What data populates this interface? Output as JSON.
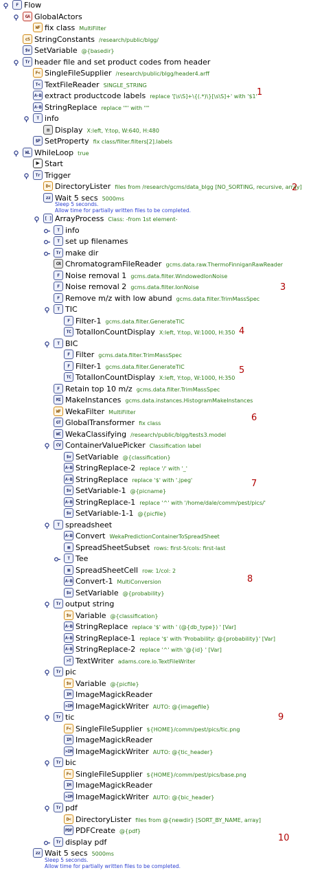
{
  "flow": {
    "nodes": [
      {
        "depth": 0,
        "icon": "F",
        "style": "blue",
        "label": "Flow",
        "opts": "",
        "expanded": true,
        "icon_name": "flow-icon"
      },
      {
        "depth": 1,
        "icon": "GA",
        "style": "red",
        "label": "GlobalActors",
        "opts": "",
        "expanded": true,
        "icon_name": "global-actors-icon"
      },
      {
        "depth": 2,
        "icon": "WF",
        "style": "orange",
        "label": "fix class",
        "opts": "MultiFilter",
        "expanded": null,
        "icon_name": "weka-filter-icon"
      },
      {
        "depth": 1,
        "icon": "cS",
        "style": "orange",
        "label": "StringConstants",
        "opts": "/research/public/blgg/",
        "expanded": null,
        "icon_name": "string-constants-icon"
      },
      {
        "depth": 1,
        "icon": "$v",
        "style": "blue",
        "label": "SetVariable",
        "opts": "@{basedir}",
        "expanded": null,
        "icon_name": "set-variable-icon"
      },
      {
        "depth": 1,
        "icon": "Tr",
        "style": "blue",
        "label": "header file and set product codes from header",
        "opts": "",
        "expanded": true,
        "icon_name": "trigger-icon"
      },
      {
        "depth": 2,
        "icon": "F<",
        "style": "orange",
        "label": "SingleFileSupplier",
        "opts": "/research/public/blgg/header4.arff",
        "expanded": null,
        "icon_name": "file-supplier-icon"
      },
      {
        "depth": 2,
        "icon": "T<",
        "style": "blue",
        "label": "TextFileReader",
        "opts": "SINGLE_STRING",
        "expanded": null,
        "icon_name": "text-reader-icon"
      },
      {
        "depth": 2,
        "icon": "A-B",
        "style": "blue",
        "label": "extract productcode labels",
        "opts": "replace '[\\s\\S]+\\{(.*)\\}[\\s\\S]+' with '$1'",
        "expanded": null,
        "icon_name": "string-replace-icon"
      },
      {
        "depth": 2,
        "icon": "A-B",
        "style": "blue",
        "label": "StringReplace",
        "opts": "replace '\"' with '\"'",
        "expanded": null,
        "icon_name": "string-replace-icon"
      },
      {
        "depth": 2,
        "icon": "T",
        "style": "blue",
        "label": "info",
        "opts": "",
        "expanded": true,
        "icon_name": "tee-icon"
      },
      {
        "depth": 3,
        "icon": "▤",
        "style": "gray",
        "label": "Display",
        "opts": "X:left, Y:top, W:640, H:480",
        "expanded": null,
        "icon_name": "display-icon"
      },
      {
        "depth": 2,
        "icon": "$P",
        "style": "blue",
        "label": "SetProperty",
        "opts": "fix class/filter.filters[2].labels",
        "expanded": null,
        "icon_name": "set-property-icon"
      },
      {
        "depth": 1,
        "icon": "WL",
        "style": "blue",
        "label": "WhileLoop",
        "opts": "true",
        "expanded": true,
        "icon_name": "while-loop-icon"
      },
      {
        "depth": 2,
        "icon": "▶",
        "style": "start",
        "label": "Start",
        "opts": "",
        "expanded": null,
        "icon_name": "start-icon"
      },
      {
        "depth": 2,
        "icon": "Tr",
        "style": "blue",
        "label": "Trigger",
        "opts": "",
        "expanded": true,
        "icon_name": "trigger-icon"
      },
      {
        "depth": 3,
        "icon": "D<",
        "style": "orange",
        "label": "DirectoryLister",
        "opts": "files from /research/gcms/data_blgg [NO_SORTING, recursive, array]",
        "expanded": null,
        "icon_name": "directory-lister-icon"
      },
      {
        "depth": 3,
        "icon": "zz",
        "style": "blue",
        "label": "Wait 5 secs",
        "opts": "5000ms",
        "expanded": null,
        "icon_name": "sleep-icon",
        "note": [
          "Sleep 5 seconds.",
          "Allow time for partially written files to be completed."
        ]
      },
      {
        "depth": 3,
        "icon": "[ ]",
        "style": "blue",
        "label": "ArrayProcess",
        "opts": "Class: -from 1st element-",
        "expanded": true,
        "icon_name": "array-process-icon"
      },
      {
        "depth": 4,
        "icon": "T",
        "style": "blue",
        "label": "info",
        "opts": "",
        "expanded": false,
        "icon_name": "tee-icon"
      },
      {
        "depth": 4,
        "icon": "T",
        "style": "blue",
        "label": "set up filenames",
        "opts": "",
        "expanded": false,
        "icon_name": "tee-icon"
      },
      {
        "depth": 4,
        "icon": "Tr",
        "style": "blue",
        "label": "make dir",
        "opts": "",
        "expanded": false,
        "icon_name": "trigger-icon"
      },
      {
        "depth": 4,
        "icon": "CR",
        "style": "gray",
        "label": "ChromatogramFileReader",
        "opts": "gcms.data.raw.ThermoFinniganRawReader",
        "expanded": null,
        "icon_name": "chromatogram-reader-icon"
      },
      {
        "depth": 4,
        "icon": "F",
        "style": "blue",
        "label": "Noise removal 1",
        "opts": "gcms.data.filter.WindowedIonNoise",
        "expanded": null,
        "icon_name": "filter-icon"
      },
      {
        "depth": 4,
        "icon": "F",
        "style": "blue",
        "label": "Noise removal 2",
        "opts": "gcms.data.filter.IonNoise",
        "expanded": null,
        "icon_name": "filter-icon"
      },
      {
        "depth": 4,
        "icon": "F",
        "style": "blue",
        "label": "Remove m/z with low abund",
        "opts": "gcms.data.filter.TrimMassSpec",
        "expanded": null,
        "icon_name": "filter-icon"
      },
      {
        "depth": 4,
        "icon": "T",
        "style": "blue",
        "label": "TIC",
        "opts": "",
        "expanded": true,
        "icon_name": "tee-icon"
      },
      {
        "depth": 5,
        "icon": "F",
        "style": "blue",
        "label": "Filter-1",
        "opts": "gcms.data.filter.GenerateTIC",
        "expanded": null,
        "icon_name": "filter-icon"
      },
      {
        "depth": 5,
        "icon": "TC",
        "style": "blue",
        "label": "TotalIonCountDisplay",
        "opts": "X:left, Y:top, W:1000, H:350",
        "expanded": null,
        "icon_name": "tic-display-icon"
      },
      {
        "depth": 4,
        "icon": "T",
        "style": "blue",
        "label": "BIC",
        "opts": "",
        "expanded": true,
        "icon_name": "tee-icon"
      },
      {
        "depth": 5,
        "icon": "F",
        "style": "blue",
        "label": "Filter",
        "opts": "gcms.data.filter.TrimMassSpec",
        "expanded": null,
        "icon_name": "filter-icon"
      },
      {
        "depth": 5,
        "icon": "F",
        "style": "blue",
        "label": "Filter-1",
        "opts": "gcms.data.filter.GenerateTIC",
        "expanded": null,
        "icon_name": "filter-icon"
      },
      {
        "depth": 5,
        "icon": "TC",
        "style": "blue",
        "label": "TotalIonCountDisplay",
        "opts": "X:left, Y:top, W:1000, H:350",
        "expanded": null,
        "icon_name": "tic-display-icon"
      },
      {
        "depth": 4,
        "icon": "F",
        "style": "blue",
        "label": "Retain top 10 m/z",
        "opts": "gcms.data.filter.TrimMassSpec",
        "expanded": null,
        "icon_name": "filter-icon"
      },
      {
        "depth": 4,
        "icon": "MI",
        "style": "blue",
        "label": "MakeInstances",
        "opts": "gcms.data.instances.HistogramMakeInstances",
        "expanded": null,
        "icon_name": "make-instances-icon"
      },
      {
        "depth": 4,
        "icon": "WF",
        "style": "orange",
        "label": "WekaFilter",
        "opts": "MultiFilter",
        "expanded": null,
        "icon_name": "weka-filter-icon"
      },
      {
        "depth": 4,
        "icon": "GT",
        "style": "blue",
        "label": "GlobalTransformer",
        "opts": "fix class",
        "expanded": null,
        "icon_name": "global-transformer-icon"
      },
      {
        "depth": 4,
        "icon": "WC",
        "style": "blue",
        "label": "WekaClassifying",
        "opts": "/research/public/blgg/tests3.model",
        "expanded": null,
        "icon_name": "weka-classifier-icon"
      },
      {
        "depth": 4,
        "icon": "CV",
        "style": "blue",
        "label": "ContainerValuePicker",
        "opts": "Classification label",
        "expanded": true,
        "icon_name": "container-picker-icon"
      },
      {
        "depth": 5,
        "icon": "$v",
        "style": "blue",
        "label": "SetVariable",
        "opts": "@{classification}",
        "expanded": null,
        "icon_name": "set-variable-icon"
      },
      {
        "depth": 5,
        "icon": "A-B",
        "style": "blue",
        "label": "StringReplace-2",
        "opts": "replace '/' with '_'",
        "expanded": null,
        "icon_name": "string-replace-icon"
      },
      {
        "depth": 5,
        "icon": "A-B",
        "style": "blue",
        "label": "StringReplace",
        "opts": "replace '$' with '.jpeg'",
        "expanded": null,
        "icon_name": "string-replace-icon"
      },
      {
        "depth": 5,
        "icon": "$v",
        "style": "blue",
        "label": "SetVariable-1",
        "opts": "@{picname}",
        "expanded": null,
        "icon_name": "set-variable-icon"
      },
      {
        "depth": 5,
        "icon": "A-B",
        "style": "blue",
        "label": "StringReplace-1",
        "opts": "replace '^' with '/home/dale/comm/pest/pics/'",
        "expanded": null,
        "icon_name": "string-replace-icon"
      },
      {
        "depth": 5,
        "icon": "$v",
        "style": "blue",
        "label": "SetVariable-1-1",
        "opts": "@{picfile}",
        "expanded": null,
        "icon_name": "set-variable-icon"
      },
      {
        "depth": 4,
        "icon": "T",
        "style": "blue",
        "label": "spreadsheet",
        "opts": "",
        "expanded": true,
        "icon_name": "tee-icon"
      },
      {
        "depth": 5,
        "icon": "A-B",
        "style": "blue",
        "label": "Convert",
        "opts": "WekaPredictionContainerToSpreadSheet",
        "expanded": null,
        "icon_name": "convert-icon"
      },
      {
        "depth": 5,
        "icon": "▦",
        "style": "blue",
        "label": "SpreadSheetSubset",
        "opts": "rows: first-5/cols: first-last",
        "expanded": null,
        "icon_name": "spreadsheet-subset-icon"
      },
      {
        "depth": 5,
        "icon": "T",
        "style": "blue",
        "label": "Tee",
        "opts": "",
        "expanded": false,
        "icon_name": "tee-icon"
      },
      {
        "depth": 5,
        "icon": "▦",
        "style": "blue",
        "label": "SpreadSheetCell",
        "opts": "row: 1/col: 2",
        "expanded": null,
        "icon_name": "spreadsheet-cell-icon"
      },
      {
        "depth": 5,
        "icon": "A-B",
        "style": "blue",
        "label": "Convert-1",
        "opts": "MultiConversion",
        "expanded": null,
        "icon_name": "convert-icon"
      },
      {
        "depth": 5,
        "icon": "$v",
        "style": "blue",
        "label": "SetVariable",
        "opts": "@{probability}",
        "expanded": null,
        "icon_name": "set-variable-icon"
      },
      {
        "depth": 4,
        "icon": "Tr",
        "style": "blue",
        "label": "output string",
        "opts": "",
        "expanded": true,
        "icon_name": "trigger-icon"
      },
      {
        "depth": 5,
        "icon": "$v",
        "style": "orange",
        "label": "Variable",
        "opts": "@{classification}",
        "expanded": null,
        "icon_name": "variable-icon"
      },
      {
        "depth": 5,
        "icon": "A-B",
        "style": "blue",
        "label": "StringReplace",
        "opts": "replace '$' with ' (@{db_type}) ' [Var]",
        "expanded": null,
        "icon_name": "string-replace-icon"
      },
      {
        "depth": 5,
        "icon": "A-B",
        "style": "blue",
        "label": "StringReplace-1",
        "opts": "replace '$' with 'Probability: @{probability}' [Var]",
        "expanded": null,
        "icon_name": "string-replace-icon"
      },
      {
        "depth": 5,
        "icon": "A-B",
        "style": "blue",
        "label": "StringReplace-2",
        "opts": "replace '^' with '@{id} ' [Var]",
        "expanded": null,
        "icon_name": "string-replace-icon"
      },
      {
        "depth": 5,
        "icon": ">T",
        "style": "blue",
        "label": "TextWriter",
        "opts": "adams.core.io.TextFileWriter",
        "expanded": null,
        "icon_name": "text-writer-icon"
      },
      {
        "depth": 4,
        "icon": "Tr",
        "style": "blue",
        "label": "pic",
        "opts": "",
        "expanded": true,
        "icon_name": "trigger-icon"
      },
      {
        "depth": 5,
        "icon": "$v",
        "style": "orange",
        "label": "Variable",
        "opts": "@{picfile}",
        "expanded": null,
        "icon_name": "variable-icon"
      },
      {
        "depth": 5,
        "icon": "IM",
        "style": "blue",
        "label": "ImageMagickReader",
        "opts": "",
        "expanded": null,
        "icon_name": "image-reader-icon"
      },
      {
        "depth": 5,
        "icon": ">IM",
        "style": "blue",
        "label": "ImageMagickWriter",
        "opts": "AUTO: @{imagefile}",
        "expanded": null,
        "icon_name": "image-writer-icon"
      },
      {
        "depth": 4,
        "icon": "Tr",
        "style": "blue",
        "label": "tic",
        "opts": "",
        "expanded": true,
        "icon_name": "trigger-icon"
      },
      {
        "depth": 5,
        "icon": "F<",
        "style": "orange",
        "label": "SingleFileSupplier",
        "opts": "${HOME}/comm/pest/pics/tic.png",
        "expanded": null,
        "icon_name": "file-supplier-icon"
      },
      {
        "depth": 5,
        "icon": "IM",
        "style": "blue",
        "label": "ImageMagickReader",
        "opts": "",
        "expanded": null,
        "icon_name": "image-reader-icon"
      },
      {
        "depth": 5,
        "icon": ">IM",
        "style": "blue",
        "label": "ImageMagickWriter",
        "opts": "AUTO: @{tic_header}",
        "expanded": null,
        "icon_name": "image-writer-icon"
      },
      {
        "depth": 4,
        "icon": "Tr",
        "style": "blue",
        "label": "bic",
        "opts": "",
        "expanded": true,
        "icon_name": "trigger-icon"
      },
      {
        "depth": 5,
        "icon": "F<",
        "style": "orange",
        "label": "SingleFileSupplier",
        "opts": "${HOME}/comm/pest/pics/base.png",
        "expanded": null,
        "icon_name": "file-supplier-icon"
      },
      {
        "depth": 5,
        "icon": "IM",
        "style": "blue",
        "label": "ImageMagickReader",
        "opts": "",
        "expanded": null,
        "icon_name": "image-reader-icon"
      },
      {
        "depth": 5,
        "icon": ">IM",
        "style": "blue",
        "label": "ImageMagickWriter",
        "opts": "AUTO: @{bic_header}",
        "expanded": null,
        "icon_name": "image-writer-icon"
      },
      {
        "depth": 4,
        "icon": "Tr",
        "style": "blue",
        "label": "pdf",
        "opts": "",
        "expanded": true,
        "icon_name": "trigger-icon"
      },
      {
        "depth": 5,
        "icon": "D<",
        "style": "orange",
        "label": "DirectoryLister",
        "opts": "files from @{newdir} [SORT_BY_NAME, array]",
        "expanded": null,
        "icon_name": "directory-lister-icon"
      },
      {
        "depth": 5,
        "icon": "PDF",
        "style": "blue",
        "label": "PDFCreate",
        "opts": "@{pdf}",
        "expanded": null,
        "icon_name": "pdf-create-icon"
      },
      {
        "depth": 4,
        "icon": "Tr",
        "style": "blue",
        "label": "display pdf",
        "opts": "",
        "expanded": false,
        "icon_name": "trigger-icon"
      },
      {
        "depth": 2,
        "icon": "zz",
        "style": "blue",
        "label": "Wait 5 secs",
        "opts": "5000ms",
        "expanded": null,
        "icon_name": "sleep-icon",
        "note": [
          "Sleep 5 seconds.",
          "Allow time for partially written files to be completed."
        ]
      }
    ]
  },
  "markers": [
    "1",
    "2",
    "3",
    "4",
    "5",
    "6",
    "7",
    "8",
    "9",
    "10"
  ]
}
